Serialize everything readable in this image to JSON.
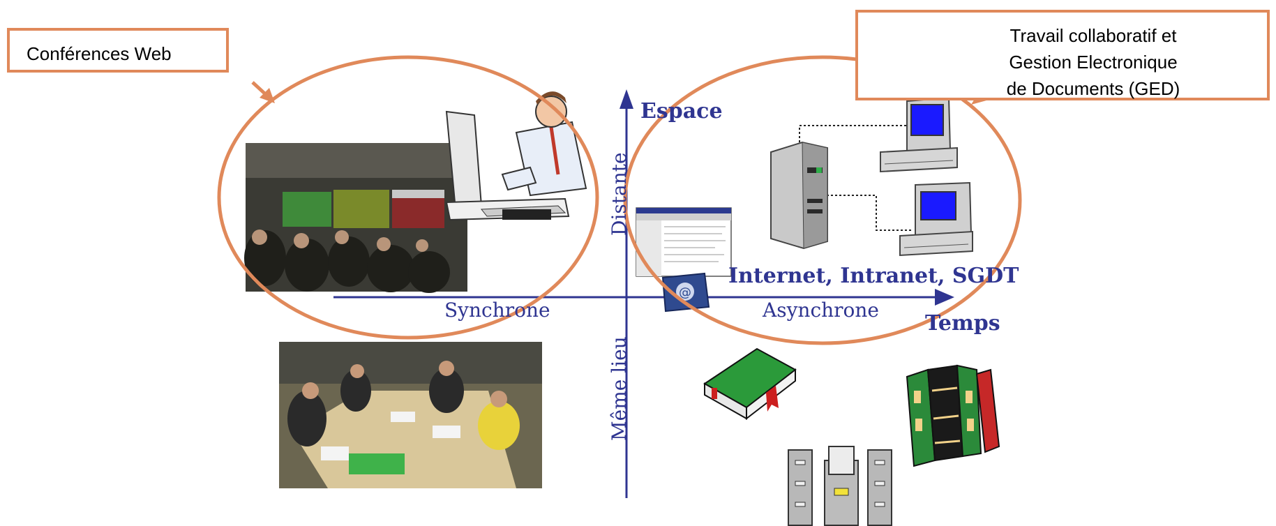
{
  "callouts": {
    "left": "Conférences Web",
    "right_lines": [
      "Travail collaboratif et",
      "Gestion Electronique",
      "de Documents (GED)"
    ]
  },
  "axes": {
    "y_title": "Espace",
    "y_top": "Distante",
    "y_bottom": "Même lieu",
    "x_title": "Temps",
    "x_left": "Synchrone",
    "x_right": "Asynchrone"
  },
  "network_label": "Internet, Intranet, SGDT",
  "colors": {
    "accent": "#e0895a",
    "axis": "#2f3591"
  },
  "icons": [
    "videoconference-photo",
    "computer-user-clipart",
    "meeting-room-photo",
    "software-window-screenshot",
    "email-icon",
    "server-icon",
    "desktop-computer-icon",
    "book-icon",
    "books-icon",
    "filing-cabinet-icon"
  ]
}
